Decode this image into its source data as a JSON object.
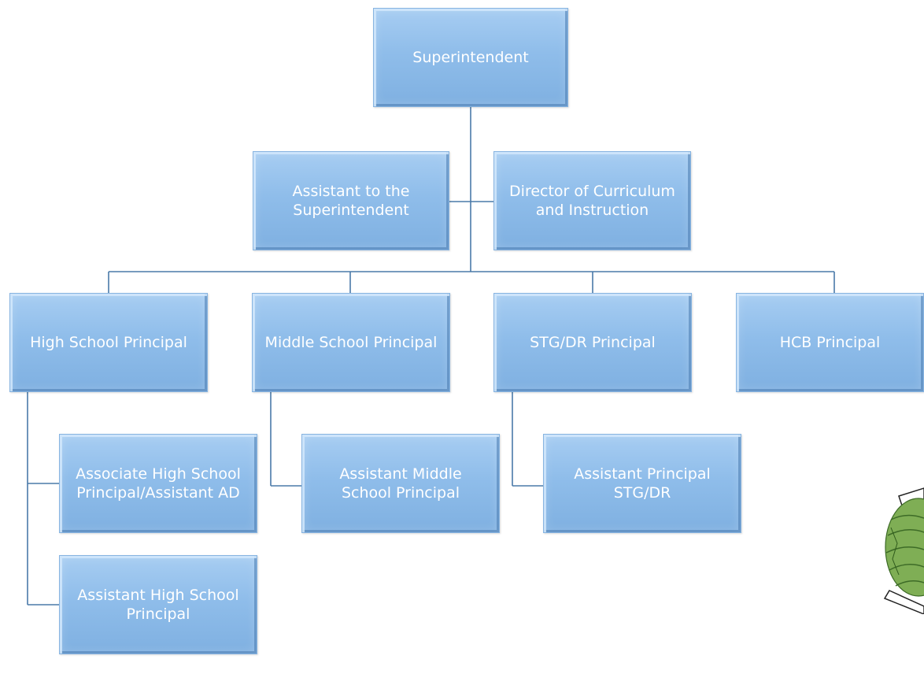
{
  "org_chart": {
    "superintendent": "Superintendent",
    "assistant_to_superintendent": "Assistant to the\nSuperintendent",
    "director_curriculum": "Director of Curriculum\nand Instruction",
    "high_school_principal": "High School Principal",
    "middle_school_principal": "Middle School Principal",
    "stg_dr_principal": "STG/DR Principal",
    "hcb_principal": "HCB Principal",
    "associate_high_school_principal": "Associate High School\nPrincipal/Assistant AD",
    "assistant_high_school_principal": "Assistant High School\nPrincipal",
    "assistant_middle_school_principal": "Assistant Middle\nSchool Principal",
    "assistant_principal_stg_dr": "Assistant Principal\nSTG/DR"
  },
  "colors": {
    "box_fill": "#8fbdea",
    "box_text": "#ffffff",
    "connector": "#4a7aa8"
  }
}
